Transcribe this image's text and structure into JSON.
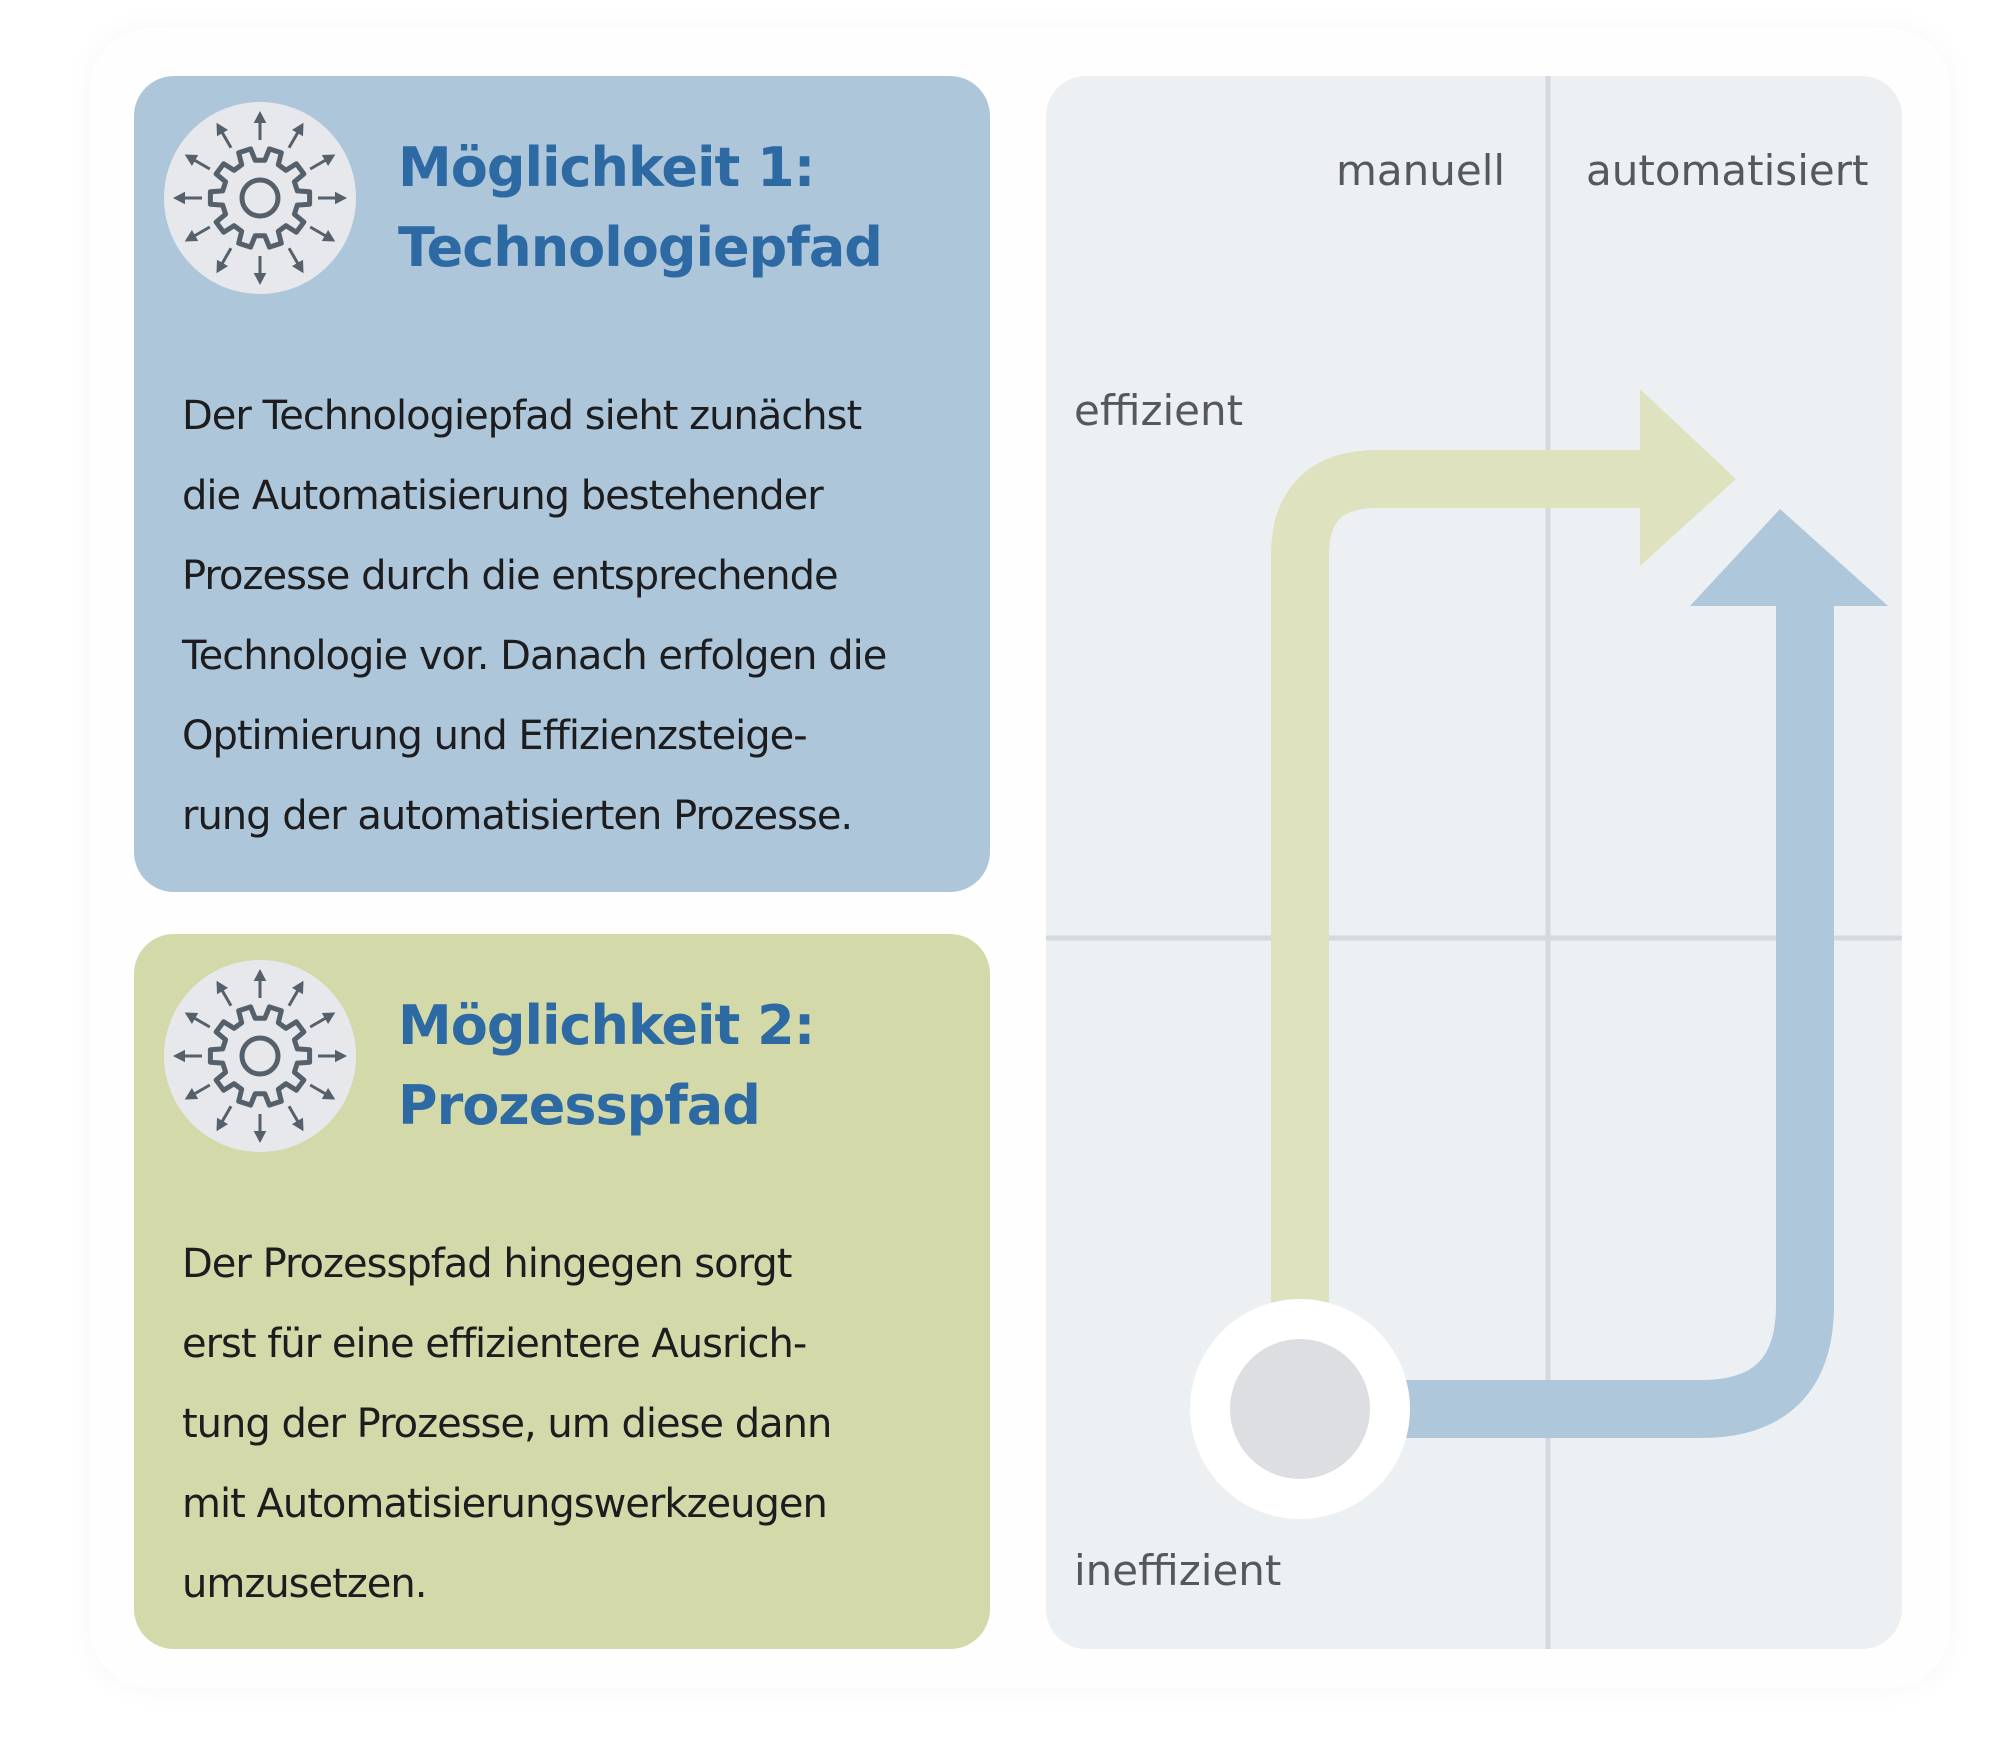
{
  "option1": {
    "title_line1": "Möglichkeit 1:",
    "title_line2": "Technologiepfad",
    "icon": "gear-icon",
    "color": "#adc6da",
    "body_lines": [
      "Der Technologiepfad sieht zunächst",
      "die Automatisierung bestehender",
      "Prozesse durch die entsprechende",
      "Technologie vor. Danach erfolgen die",
      "Optimierung und Effizienzsteige-",
      "rung der automatisierten Prozesse."
    ]
  },
  "option2": {
    "title_line1": "Möglichkeit 2:",
    "title_line2": "Prozesspfad",
    "icon": "gear-icon",
    "color": "#d3d9a8",
    "body_lines": [
      "Der Prozesspfad hingegen sorgt",
      "erst für eine effizientere Ausrich-",
      "tung der Prozesse, um diese dann",
      "mit Automatisierungswerkzeugen",
      "umzusetzen."
    ]
  },
  "diagram": {
    "col_manual": "manuell",
    "col_automated": "automatisiert",
    "row_efficient": "effizient",
    "row_inefficient": "ineffizient",
    "process_path_color": "#dfe2bf",
    "technology_path_color": "#aec7db"
  }
}
